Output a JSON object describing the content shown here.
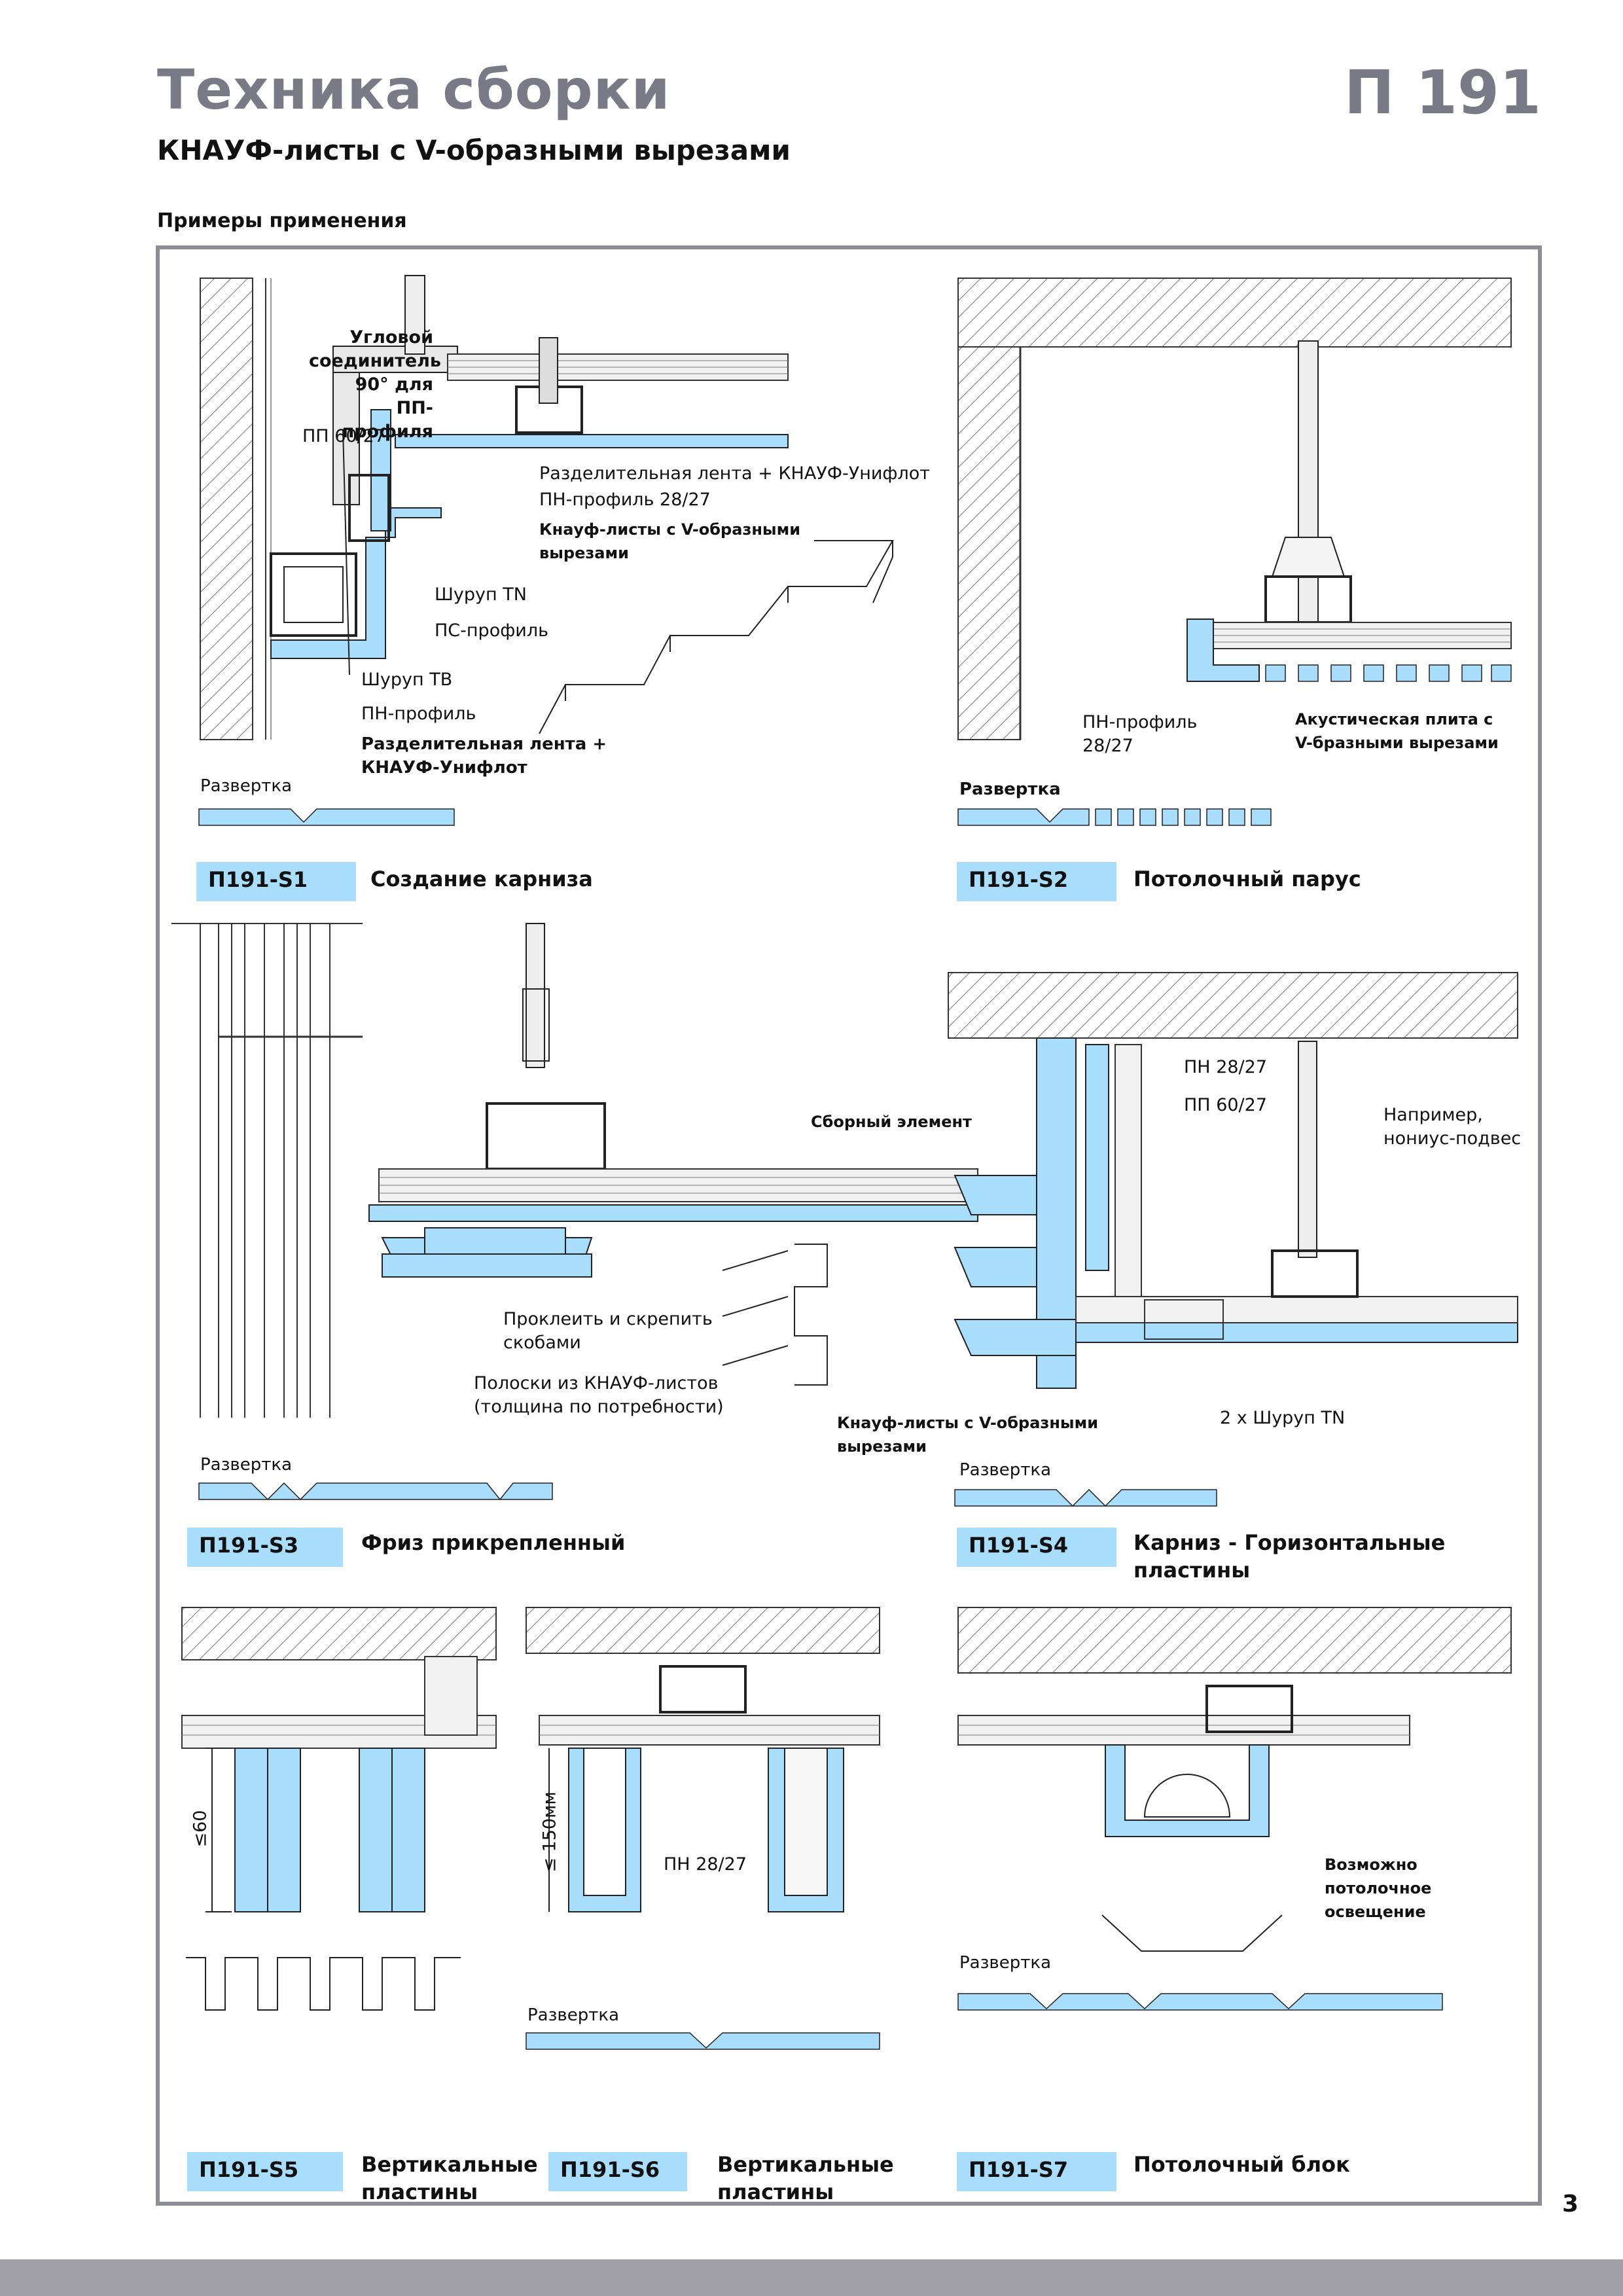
{
  "header": {
    "title": "Техника сборки",
    "code": "П 191",
    "subtitle": "КНАУФ-листы с V-образными вырезами",
    "section": "Примеры применения"
  },
  "common": {
    "razvertka": "Развертка"
  },
  "s1": {
    "tag": "П191-S1",
    "caption": "Создание карниза",
    "labels": {
      "corner": "Угловой\nсоединитель\n90° для\nПП-профиля",
      "pp": "ПП 60/27",
      "tape1": "Разделительная лента + КНАУФ-Унифлот",
      "pn28": "ПН-профиль 28/27",
      "vsheets": "Кнауф-листы с V-образными\nвырезами",
      "tn": "Шуруп TN",
      "ps": "ПС-профиль",
      "tb": "Шуруп TB",
      "pn": "ПН-профиль",
      "tape2": "Разделительная лента +\nКНАУФ-Унифлот"
    }
  },
  "s2": {
    "tag": "П191-S2",
    "caption": "Потолочный парус",
    "labels": {
      "pn": "ПН-профиль\n28/27",
      "acoustic": "Акустическая плита с\nV-бразными вырезами"
    }
  },
  "s3": {
    "tag": "П191-S3",
    "caption": "Фриз прикрепленный",
    "labels": {
      "glue": "Проклеить и скрепить\nскобами",
      "strips": "Полоски из КНАУФ-листов\n(толщина по потребности)"
    }
  },
  "s4": {
    "tag": "П191-S4",
    "caption": "Карниз - Горизонтальные\nпластины",
    "labels": {
      "assembly": "Сборный элемент",
      "pn": "ПН 28/27",
      "pp": "ПП 60/27",
      "hanger": "Например,\nнониус-подвес",
      "vsheets": "Кнауф-листы с V-образными\nвырезами",
      "tn": "2 х Шуруп TN"
    }
  },
  "s5": {
    "tag": "П191-S5",
    "caption": "Вертикальные\nпластины",
    "dim": "≤60"
  },
  "s6": {
    "tag": "П191-S6",
    "caption": "Вертикальные\nпластины",
    "dim": "≤ 150мм",
    "pn": "ПН 28/27"
  },
  "s7": {
    "tag": "П191-S7",
    "caption": "Потолочный блок",
    "note": "Возможно\nпотолочное\nосвещение"
  },
  "page_number": "3",
  "colors": {
    "board": "#a8defc",
    "frame": "#8d8d96",
    "title": "#7a7a86"
  }
}
